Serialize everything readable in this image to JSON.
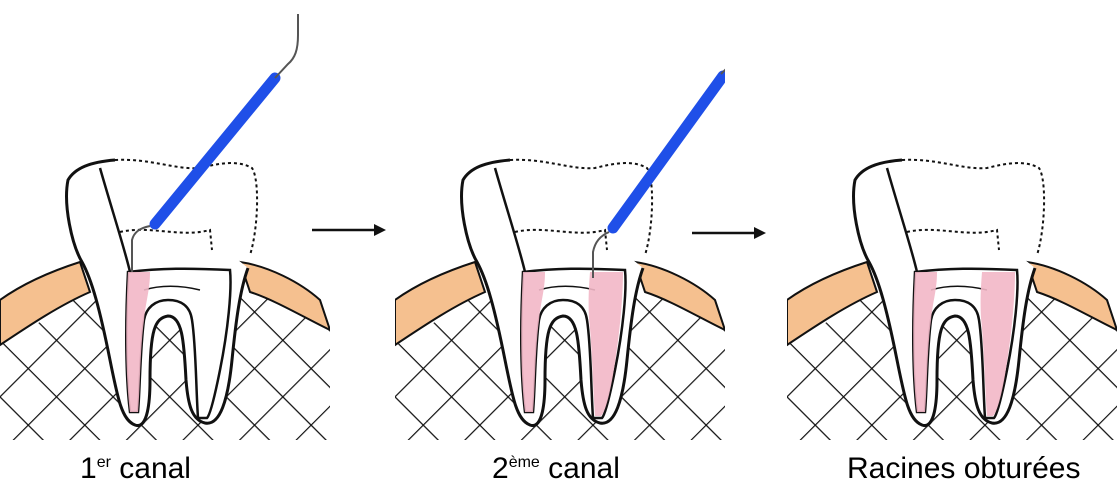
{
  "colors": {
    "gum": "#f5c08f",
    "canal_fill": "#f2b7c6",
    "instrument": "#1f4fe8",
    "outline": "#111111"
  },
  "icons": [
    "tooth-icon",
    "endodontic-instrument-icon",
    "arrow-right-icon"
  ],
  "steps": [
    {
      "num": "1",
      "sup": "er",
      "label": " canal"
    },
    {
      "num": "2",
      "sup": "ème",
      "label": " canal"
    },
    {
      "label": "Racines obturées"
    }
  ]
}
